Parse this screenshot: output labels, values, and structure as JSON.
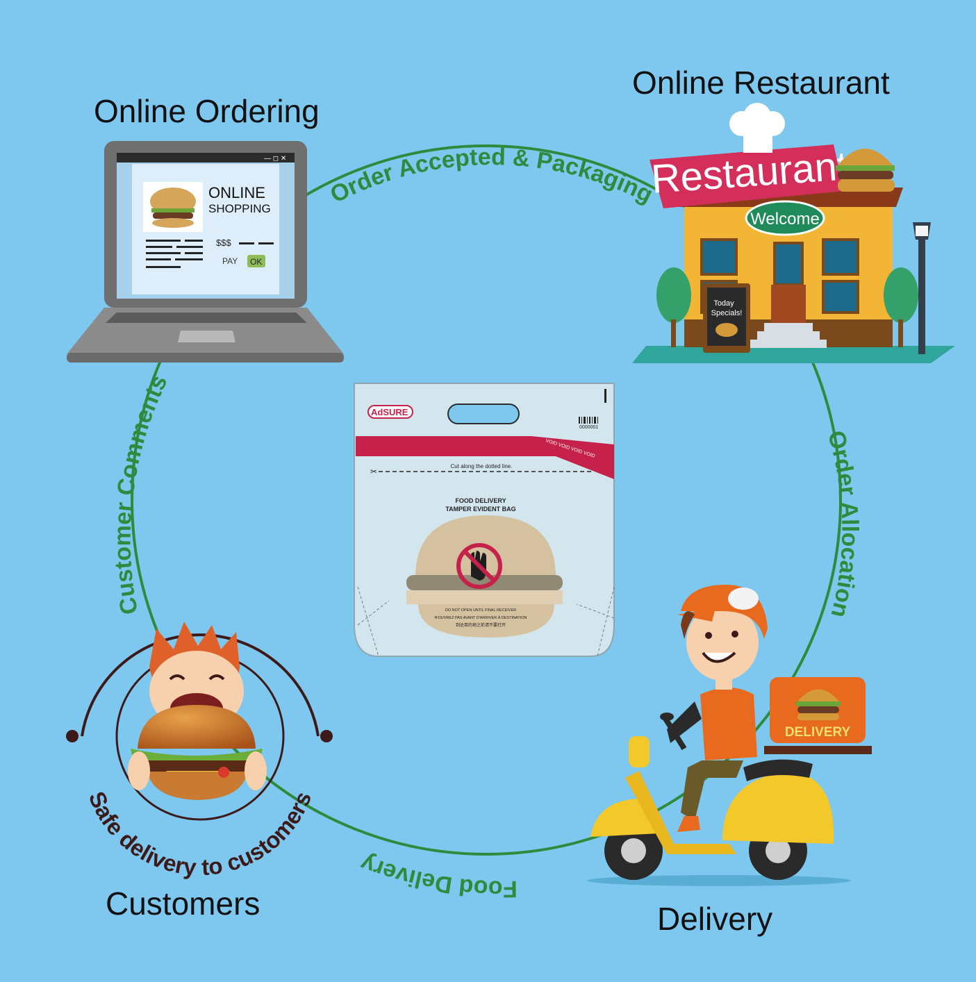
{
  "nodes": {
    "online_ordering": "Online Ordering",
    "online_restaurant": "Online Restaurant",
    "customers": "Customers",
    "delivery": "Delivery"
  },
  "arcs": {
    "order_accepted": "Order Accepted & Packaging",
    "order_allocation": "Order Allocation",
    "food_delivery": "Food Delivery",
    "customer_comments": "Customer Comments"
  },
  "laptop": {
    "heading": "ONLINE",
    "subheading": "SHOPPING",
    "price": "$$$",
    "pay_label": "PAY",
    "ok_label": "OK",
    "window_controls": "— ◻ ✕"
  },
  "restaurant": {
    "sign": "Restaurant",
    "welcome": "Welcome",
    "board_line1": "Today",
    "board_line2": "Specials!"
  },
  "bag": {
    "brand": "AdSURE",
    "serial": "0000001",
    "void_text": "VOID VOID VOID VOID",
    "cut_instruction": "Cut along the dotted line.",
    "title_line1": "FOOD DELIVERY",
    "title_line2": "TAMPER EVIDENT BAG",
    "warning_en": "DO NOT OPEN UNTIL FINAL RECEIVER",
    "warning_fr": "N'OUVREZ PAS AVANT D'ARRIVER À DESTINATION",
    "warning_cn": "到达目的地之前请不要打开"
  },
  "customer_badge": {
    "arc_text": "Safe delivery to customers"
  },
  "scooter": {
    "box_label": "DELIVERY"
  },
  "colors": {
    "background": "#7ec8ef",
    "arc_green": "#2e8b3e",
    "sign_red": "#d42e5a",
    "building_yellow": "#f2b535"
  }
}
